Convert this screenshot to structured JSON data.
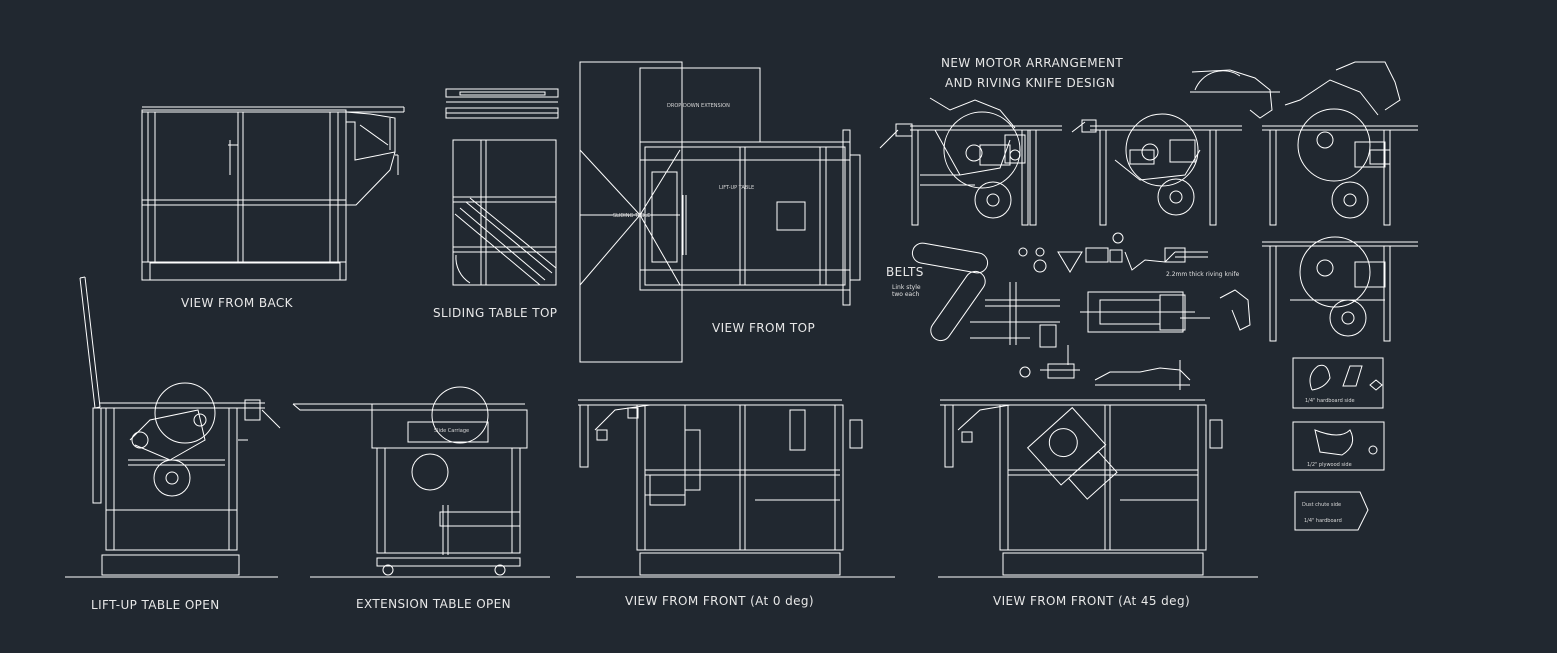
{
  "labels": {
    "view_from_back": "VIEW FROM BACK",
    "sliding_table_top": "SLIDING TABLE TOP",
    "view_from_top": "VIEW FROM TOP",
    "new_motor_line1": "NEW MOTOR ARRANGEMENT",
    "new_motor_line2": "AND RIVING KNIFE DESIGN",
    "belts": "BELTS",
    "link_style_line1": "Link style",
    "link_style_line2": "two each",
    "riving_knife": "2.2mm thick riving knife",
    "lift_up_table_open": "LIFT-UP TABLE OPEN",
    "extension_table_open": "EXTENSION TABLE OPEN",
    "view_from_front_0": "VIEW FROM FRONT (At 0 deg)",
    "view_from_front_45": "VIEW FROM FRONT (At 45 deg)",
    "drop_down_extension": "DROP-DOWN EXTENSION",
    "sliding_table": "SLIDING TABLE",
    "lift_up_table": "LIFT-UP TABLE",
    "slide_carriage": "Slide Carriage",
    "hardboard_side": "1/4\" hardboard side",
    "plywood_side": "1/2\" plywood side",
    "dust_chute_side": "Dust chute side",
    "hardboard": "1/4\" hardboard"
  },
  "colors": {
    "background": "#212830",
    "linework": "#ffffff",
    "text": "#e8e8e8"
  }
}
